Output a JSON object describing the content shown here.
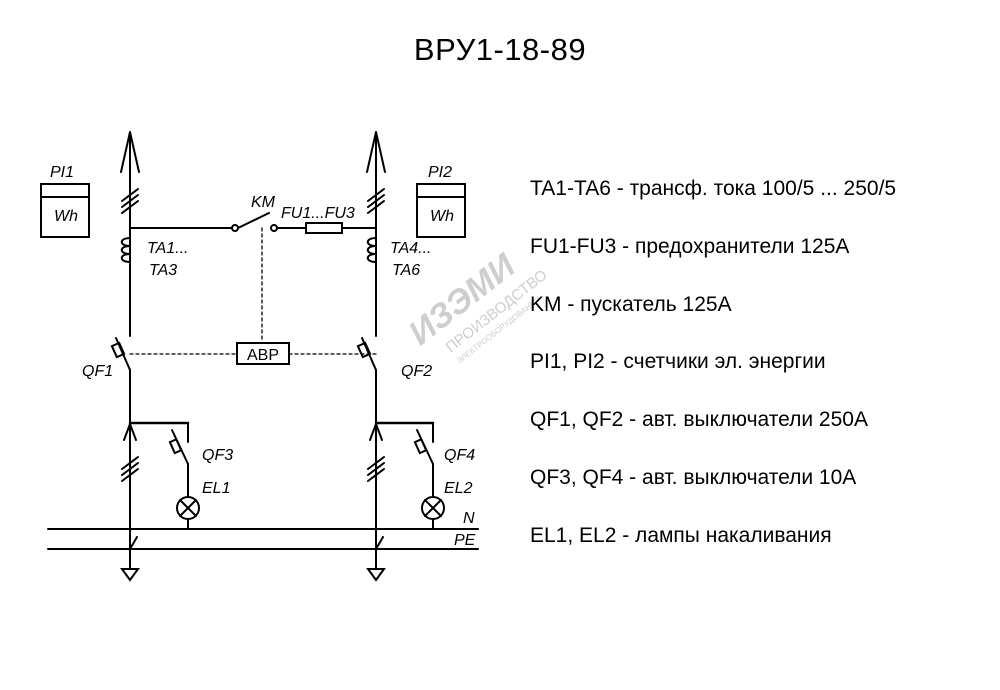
{
  "title": "ВРУ1-18-89",
  "labels": {
    "pi1": "PI1",
    "pi2": "PI2",
    "wh1": "Wh",
    "wh2": "Wh",
    "km": "KM",
    "fu": "FU1...FU3",
    "ta1": "TA1...",
    "ta3": "TA3",
    "ta4": "TA4...",
    "ta6": "TA6",
    "avr": "АВР",
    "qf1": "QF1",
    "qf2": "QF2",
    "qf3": "QF3",
    "qf4": "QF4",
    "el1": "EL1",
    "el2": "EL2",
    "n": "N",
    "pe": "PE"
  },
  "legend": [
    "TA1-TA6 - трансф. тока 100/5 ... 250/5",
    "FU1-FU3 - предохранители 125А",
    "KM - пускатель 125А",
    "PI1, PI2 - счетчики эл. энергии",
    "QF1, QF2 - авт. выключатели 250А",
    "QF3, QF4 - авт. выключатели 10А",
    "EL1, EL2 - лампы накаливания"
  ],
  "watermark": {
    "brand": "ИЗЭМИ",
    "line1": "ПРОИЗВОДСТВО",
    "line2": "ЭЛЕКТРООБОРУДОВАНИЯ"
  }
}
